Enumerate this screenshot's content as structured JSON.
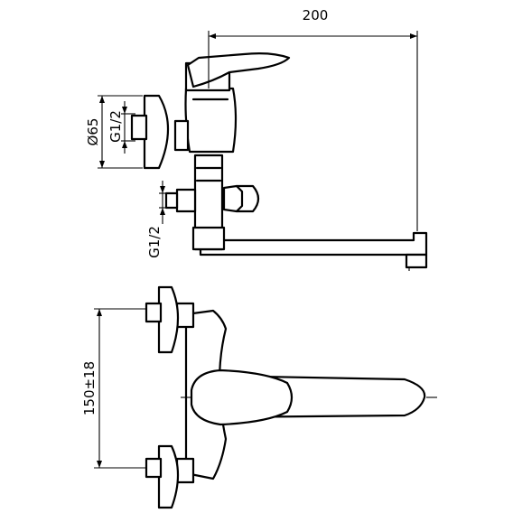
{
  "dimensions": {
    "spout_reach": "200",
    "rosette_diameter": "Ø65",
    "inlet_thread_upper": "G1/2",
    "inlet_thread_lower": "G1/2",
    "center_distance": "150±18"
  }
}
